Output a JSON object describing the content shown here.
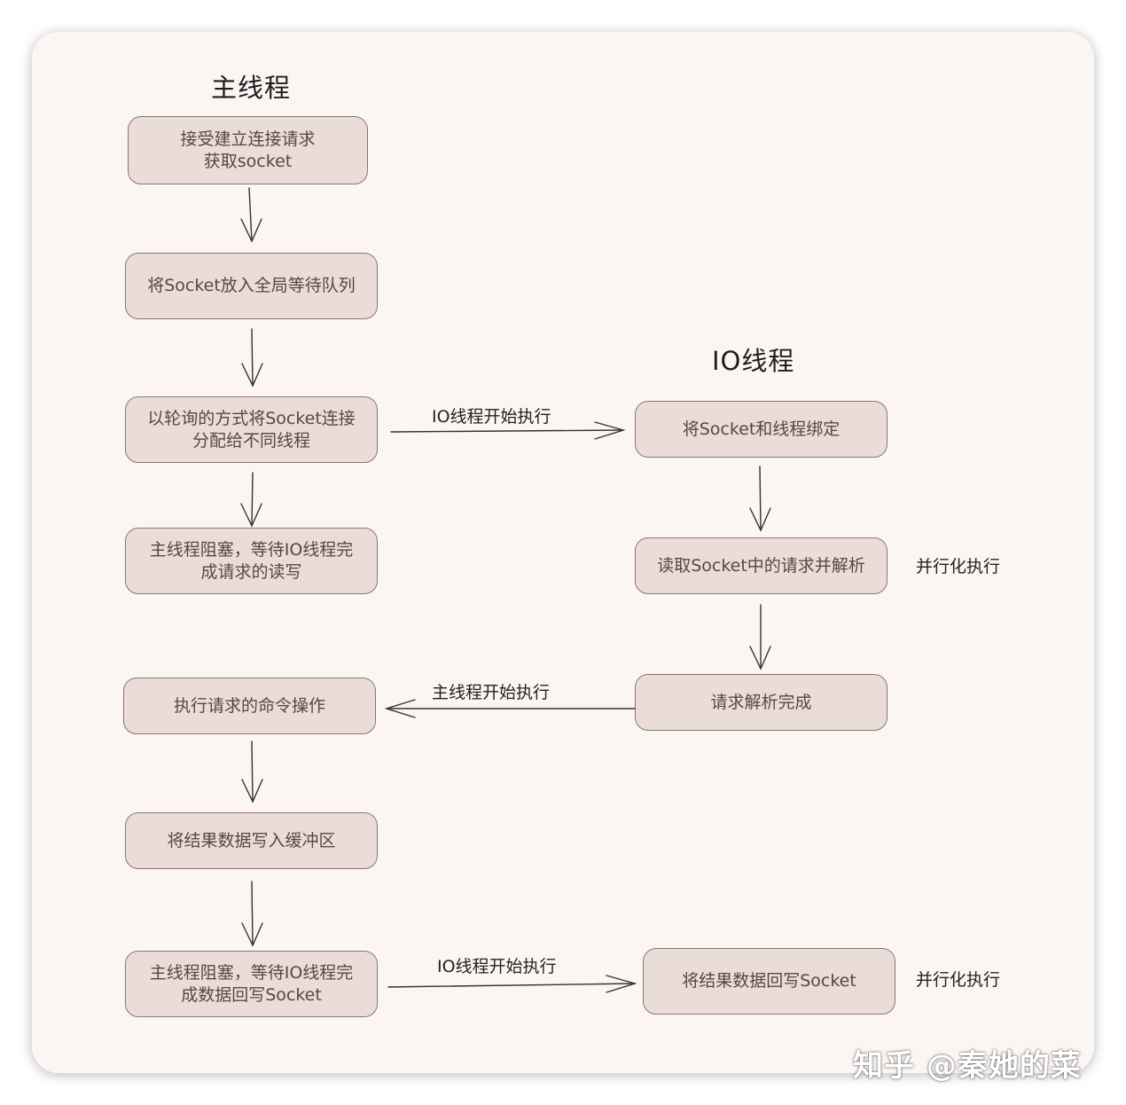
{
  "headings": {
    "main_thread": "主线程",
    "io_thread": "IO线程"
  },
  "main_column": [
    {
      "lines": [
        "接受建立连接请求",
        "获取socket"
      ]
    },
    {
      "lines": [
        "将Socket放入全局等待队列"
      ]
    },
    {
      "lines": [
        "以轮询的方式将Socket连接",
        "分配给不同线程"
      ]
    },
    {
      "lines": [
        "主线程阻塞，等待IO线程完",
        "成请求的读写"
      ]
    },
    {
      "lines": [
        "执行请求的命令操作"
      ]
    },
    {
      "lines": [
        "将结果数据写入缓冲区"
      ]
    },
    {
      "lines": [
        "主线程阻塞，等待IO线程完",
        "成数据回写Socket"
      ]
    }
  ],
  "io_column": [
    {
      "lines": [
        "将Socket和线程绑定"
      ]
    },
    {
      "lines": [
        "读取Socket中的请求并解析"
      ]
    },
    {
      "lines": [
        "请求解析完成"
      ]
    },
    {
      "lines": [
        "将结果数据回写Socket"
      ]
    }
  ],
  "edge_labels": {
    "to_io_1": "IO线程开始执行",
    "to_main": "主线程开始执行",
    "to_io_2": "IO线程开始执行"
  },
  "side_notes": {
    "parallel_1": "并行化执行",
    "parallel_2": "并行化执行"
  },
  "watermark": "知乎 @秦她的菜",
  "colors": {
    "card": "#fbf6f3",
    "box_fill": "#eaddd8",
    "box_border": "#8a7570",
    "arrow": "#333333"
  }
}
